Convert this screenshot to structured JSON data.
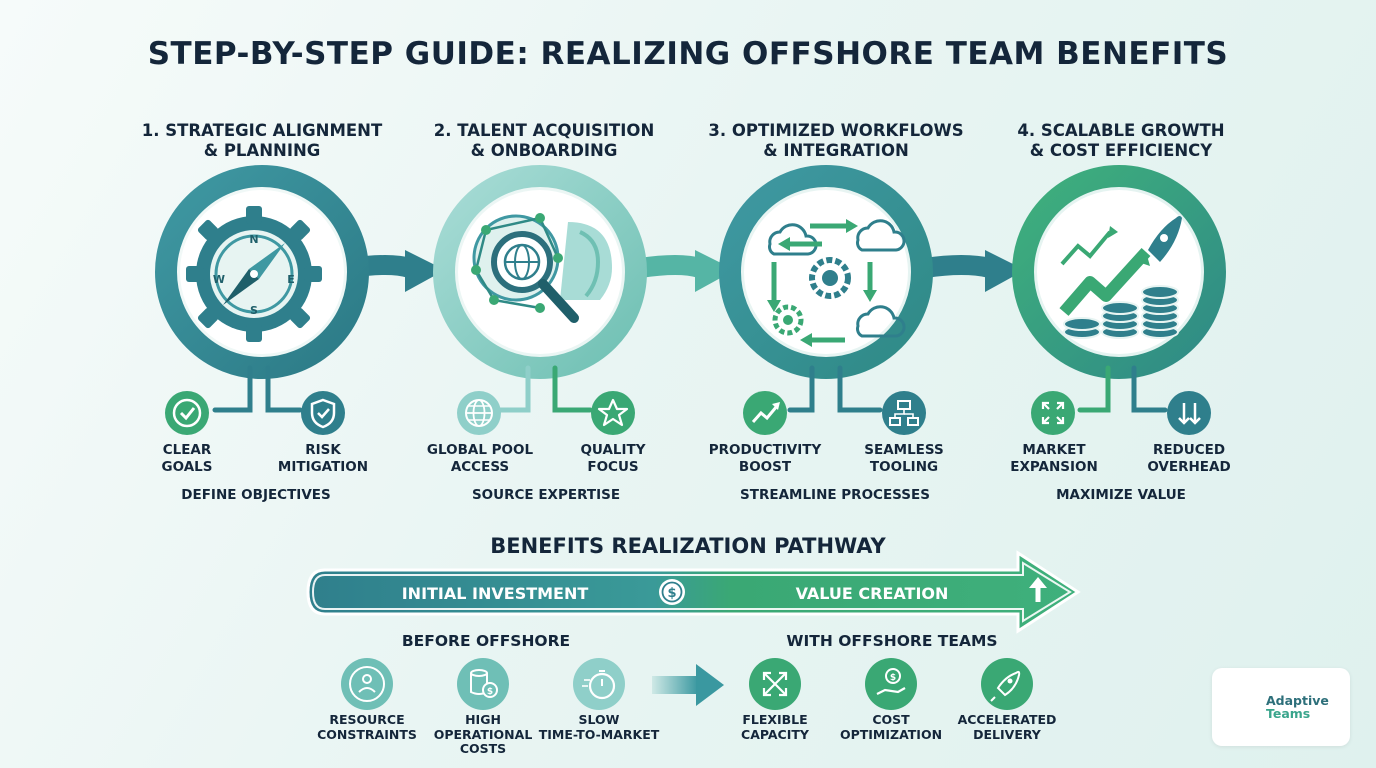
{
  "title": "STEP-BY-STEP GUIDE: REALIZING OFFSHORE TEAM BENEFITS",
  "steps": [
    {
      "title_line1": "1. STRATEGIC ALIGNMENT",
      "title_line2": "& PLANNING",
      "icon": "compass-gear-icon",
      "benefits": [
        {
          "line1": "CLEAR",
          "line2": "GOALS",
          "icon": "check-circle-icon"
        },
        {
          "line1": "RISK",
          "line2": "MITIGATION",
          "icon": "shield-check-icon"
        }
      ],
      "caption": "DEFINE OBJECTIVES"
    },
    {
      "title_line1": "2. TALENT ACQUISITION",
      "title_line2": "& ONBOARDING",
      "icon": "global-talent-search-icon",
      "benefits": [
        {
          "line1": "GLOBAL POOL",
          "line2": "ACCESS",
          "icon": "globe-icon"
        },
        {
          "line1": "QUALITY",
          "line2": "FOCUS",
          "icon": "star-icon"
        }
      ],
      "caption": "SOURCE EXPERTISE"
    },
    {
      "title_line1": "3. OPTIMIZED WORKFLOWS",
      "title_line2": "& INTEGRATION",
      "icon": "workflow-gears-cloud-icon",
      "benefits": [
        {
          "line1": "PRODUCTIVITY",
          "line2": "BOOST",
          "icon": "trend-up-icon"
        },
        {
          "line1": "SEAMLESS",
          "line2": "TOOLING",
          "icon": "network-devices-icon"
        }
      ],
      "caption": "STREAMLINE PROCESSES"
    },
    {
      "title_line1": "4. SCALABLE GROWTH",
      "title_line2": "& COST EFFICIENCY",
      "icon": "rocket-growth-coins-icon",
      "benefits": [
        {
          "line1": "MARKET",
          "line2": "EXPANSION",
          "icon": "expand-arrows-icon"
        },
        {
          "line1": "REDUCED",
          "line2": "OVERHEAD",
          "icon": "down-arrows-icon"
        }
      ],
      "caption": "MAXIMIZE VALUE"
    }
  ],
  "pathway": {
    "heading": "BENEFITS REALIZATION PATHWAY",
    "left_label": "INITIAL INVESTMENT",
    "right_label": "VALUE CREATION",
    "mid_icon": "dollar-coin-icon",
    "end_icon": "arrow-up-icon"
  },
  "before": {
    "heading": "BEFORE OFFSHORE",
    "items": [
      {
        "line1": "RESOURCE",
        "line2": "CONSTRAINTS",
        "line3": "",
        "icon": "constrained-person-icon"
      },
      {
        "line1": "HIGH",
        "line2": "OPERATIONAL",
        "line3": "COSTS",
        "icon": "coin-stack-icon"
      },
      {
        "line1": "SLOW",
        "line2": "TIME-TO-MARKET",
        "line3": "",
        "icon": "stopwatch-icon"
      }
    ]
  },
  "after": {
    "heading": "WITH OFFSHORE TEAMS",
    "items": [
      {
        "line1": "FLEXIBLE",
        "line2": "CAPACITY",
        "icon": "expand-arrows-icon"
      },
      {
        "line1": "COST",
        "line2": "OPTIMIZATION",
        "icon": "hand-dollar-icon"
      },
      {
        "line1": "ACCELERATED",
        "line2": "DELIVERY",
        "icon": "rocket-icon"
      }
    ]
  },
  "logo": {
    "line1": "Adaptive",
    "line2": "Teams",
    "icon": "adaptive-teams-logo-icon"
  },
  "colors": {
    "dark_teal": "#2f7f8c",
    "teal": "#3f97a0",
    "light_teal": "#8fcfc9",
    "green": "#3aa874",
    "navy_text": "#14263a"
  }
}
